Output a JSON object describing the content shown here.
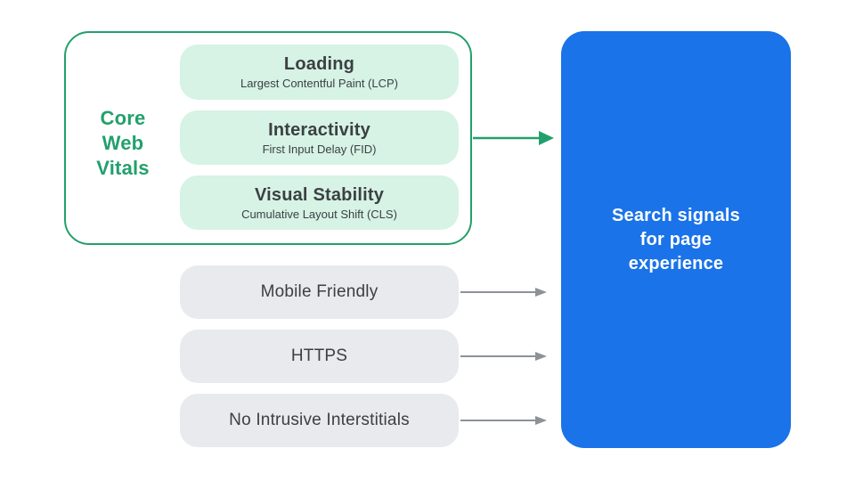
{
  "diagram": {
    "colors": {
      "green": "#22A06C",
      "green_light": "#D6F3E5",
      "blue": "#1A73E8",
      "pill_gray": "#E8EAED",
      "arrow_gray": "#8D9297",
      "text_dark": "#3C4043",
      "text_on_blue": "#FFFFFF",
      "background": "#FFFFFF"
    },
    "core_web_vitals": {
      "label": "Core\nWeb\nVitals",
      "metrics": [
        {
          "title": "Loading",
          "subtitle": "Largest Contentful Paint (LCP)"
        },
        {
          "title": "Interactivity",
          "subtitle": "First Input Delay (FID)"
        },
        {
          "title": "Visual Stability",
          "subtitle": "Cumulative Layout Shift (CLS)"
        }
      ]
    },
    "other_signals": [
      {
        "label": "Mobile Friendly"
      },
      {
        "label": "HTTPS"
      },
      {
        "label": "No Intrusive Interstitials"
      }
    ],
    "result": {
      "label": "Search signals\nfor page\nexperience"
    }
  }
}
